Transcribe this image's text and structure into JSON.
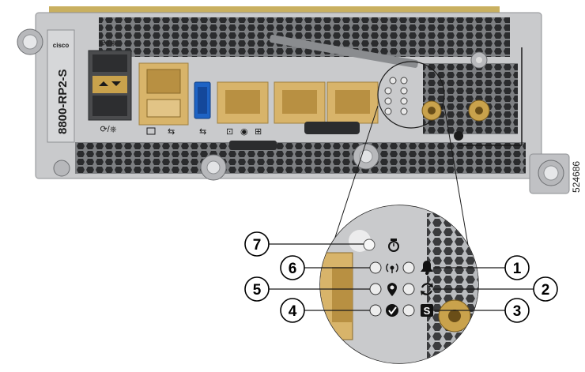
{
  "module": {
    "brand": "cisco",
    "model": "8800-RP2-S",
    "port_icons": {
      "sfp_top": "⟳/⎈",
      "sfp_bottom": "⟳/⎈"
    },
    "figure_id": "524686"
  },
  "callouts": [
    {
      "num": "1",
      "icon": "bell-icon"
    },
    {
      "num": "2",
      "icon": "sync-icon"
    },
    {
      "num": "3",
      "icon": "s-box-icon"
    },
    {
      "num": "4",
      "icon": "check-icon"
    },
    {
      "num": "5",
      "icon": "location-pin-icon"
    },
    {
      "num": "6",
      "icon": "wireless-icon"
    },
    {
      "num": "7",
      "icon": "timer-icon"
    }
  ],
  "colors": {
    "panel": "#c9cacc",
    "port_gold": "#d8b46a",
    "usb_blue": "#1e63c4",
    "callout_fill": "#ffffff",
    "callout_stroke": "#000000"
  }
}
